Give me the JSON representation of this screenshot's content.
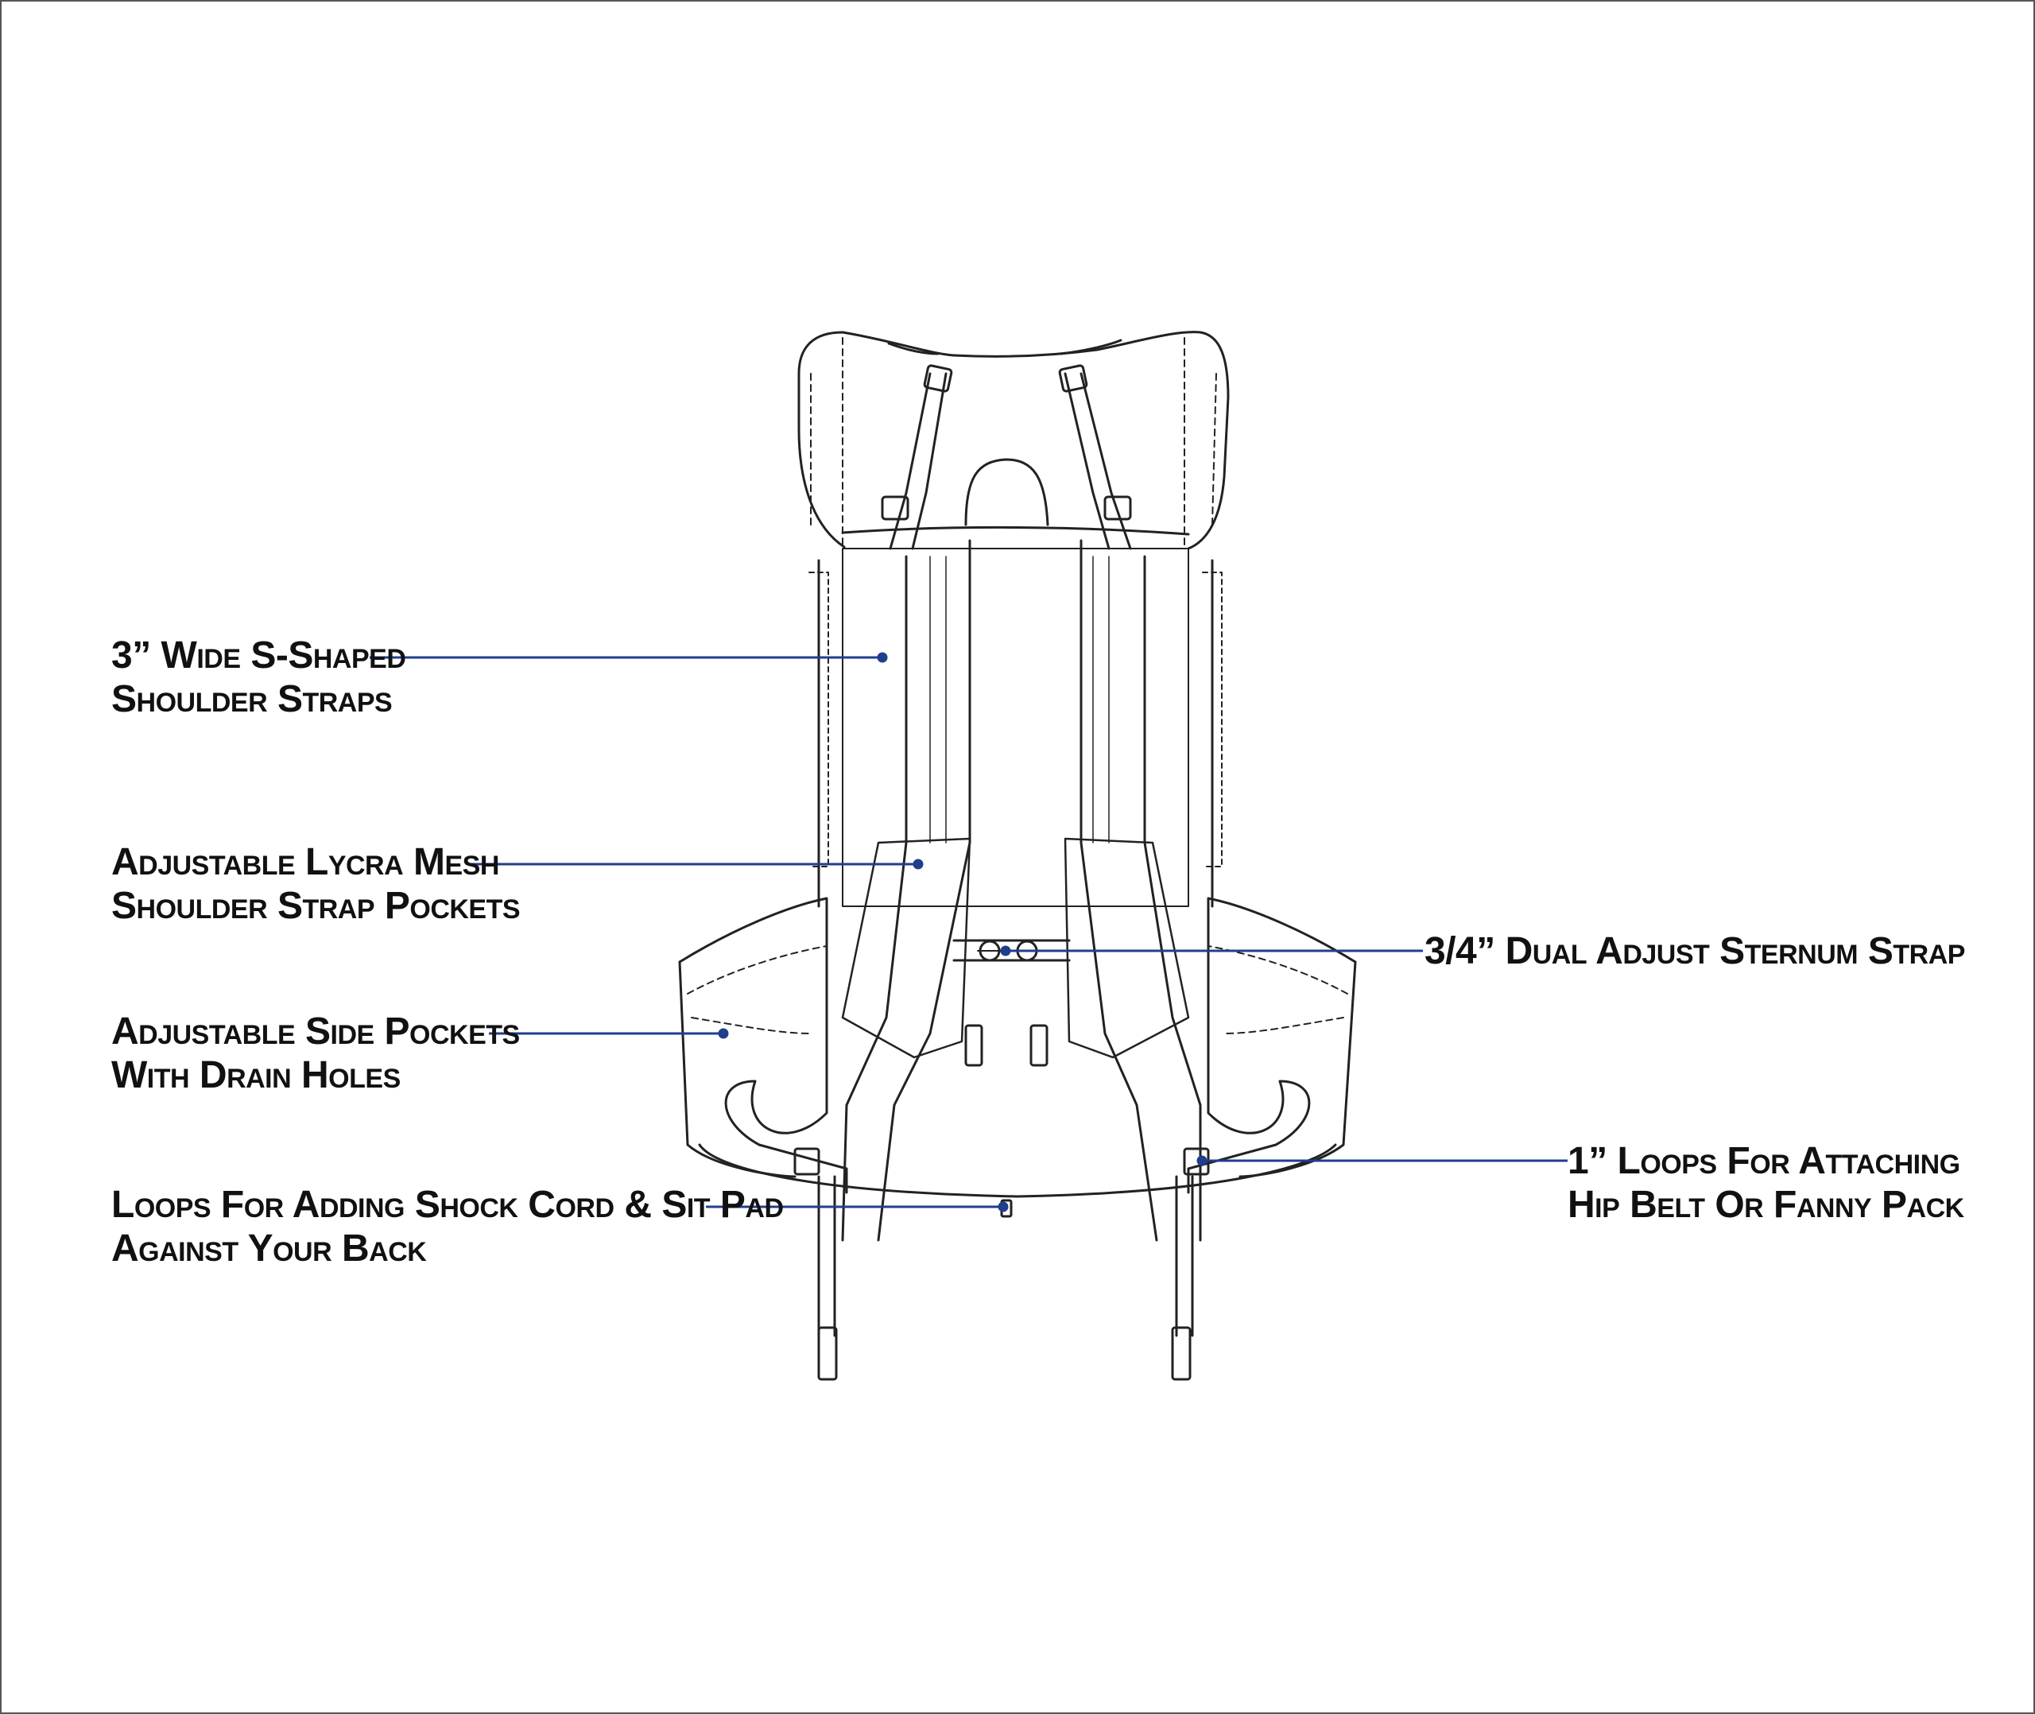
{
  "callouts": {
    "shoulder_straps": {
      "line1": "3” Wide S-Shaped",
      "line2": "Shoulder Straps"
    },
    "mesh_pockets": {
      "line1": "Adjustable Lycra Mesh",
      "line2": "Shoulder Strap Pockets"
    },
    "side_pockets": {
      "line1": "Adjustable Side Pockets",
      "line2": "With Drain Holes"
    },
    "shock_cord_loops": {
      "line1": "Loops For Adding Shock Cord & Sit Pad",
      "line2": "Against Your Back"
    },
    "sternum_strap": {
      "line1": "3/4” Dual Adjust Sternum Strap"
    },
    "hip_belt_loops": {
      "line1": "1” Loops For Attaching",
      "line2": "Hip Belt Or Fanny Pack"
    }
  },
  "colors": {
    "leader_line": "#1f3f8c",
    "outline": "#222222",
    "background": "#ffffff"
  }
}
